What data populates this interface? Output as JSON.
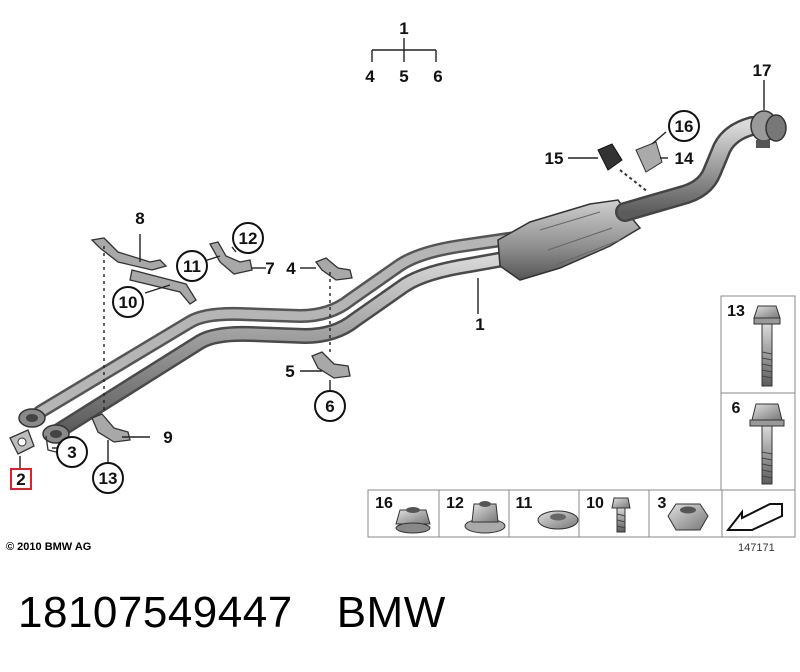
{
  "diagram": {
    "parts": {
      "p1": "1",
      "p2": "2",
      "p3": "3",
      "p4": "4",
      "p5": "5",
      "p6": "6",
      "p7": "7",
      "p8": "8",
      "p9": "9",
      "p10": "10",
      "p11": "11",
      "p12": "12",
      "p13": "13",
      "p14": "14",
      "p15": "15",
      "p16": "16",
      "p17": "17"
    },
    "tree": {
      "top": "1",
      "children": [
        "4",
        "5",
        "6"
      ]
    },
    "side_panel": [
      "13",
      "6"
    ],
    "bottom_panel": [
      "16",
      "12",
      "11",
      "10",
      "3"
    ],
    "highlighted_part": "2",
    "highlight_color": "#e0202a"
  },
  "footer": {
    "copyright": "© 2010 BMW AG",
    "drawing_number": "147171"
  },
  "caption": {
    "part_number": "18107549447",
    "brand": "BMW"
  }
}
